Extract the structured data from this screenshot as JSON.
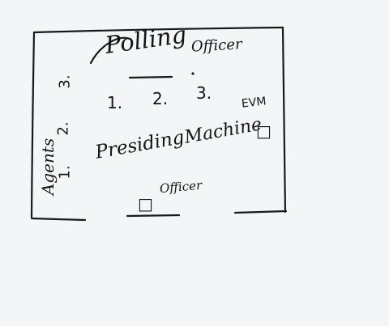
{
  "diagram": {
    "title": "Polling",
    "title_suffix": "Officer",
    "officer_numbers": [
      "1.",
      "2.",
      "3."
    ],
    "evm_label": "EVM",
    "presiding_label": "Presiding",
    "machine_label": "Machine",
    "presiding_officer_label": "Officer",
    "agents_label": "Agents",
    "agent_numbers": [
      "1.",
      "2.",
      "3."
    ],
    "box_symbol": "□"
  }
}
